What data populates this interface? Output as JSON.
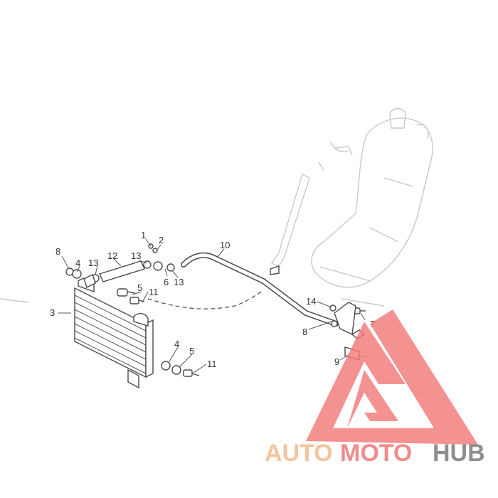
{
  "diagram": {
    "labels": [
      "1",
      "2",
      "3",
      "4",
      "4",
      "5",
      "5",
      "6",
      "7",
      "8",
      "8",
      "9",
      "10",
      "11",
      "11",
      "12",
      "13",
      "13",
      "13",
      "14"
    ]
  },
  "watermark": {
    "part1": "AUTO",
    "part2": "MOTO",
    "part3": "HUB",
    "color_auto": "#f4c49c",
    "color_moto": "#f28b8b",
    "color_hub": "#8e8e8e",
    "logo_color": "#f27a7a"
  }
}
